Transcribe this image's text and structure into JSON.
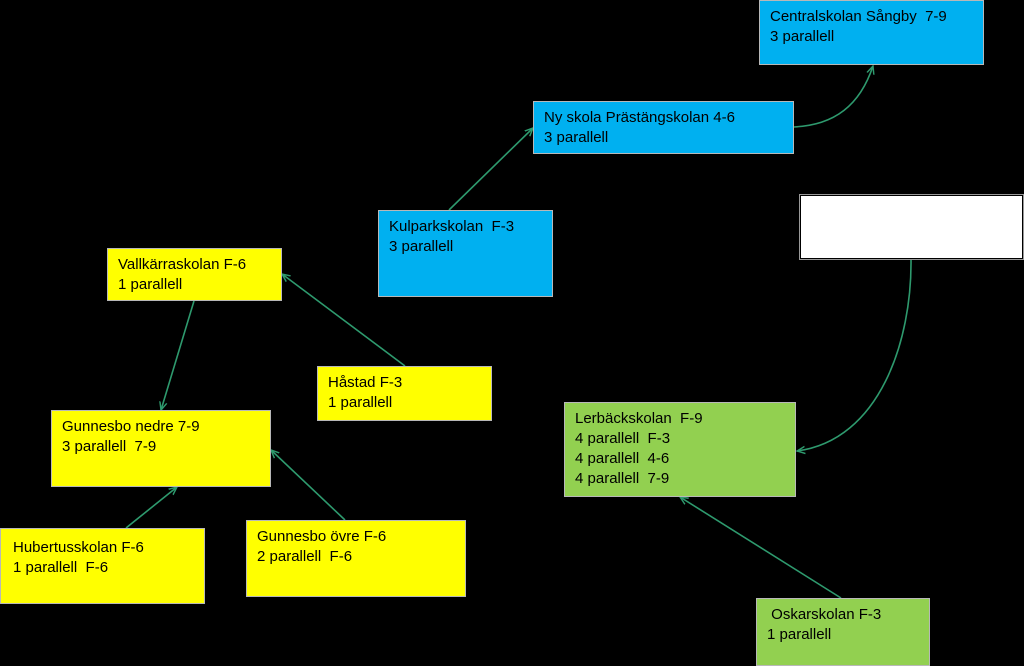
{
  "colors": {
    "background": "#000000",
    "blue": "#00b0f0",
    "yellow": "#ffff00",
    "green": "#92d050",
    "connector": "#2e9a6e"
  },
  "boxes": {
    "centralskolan": {
      "line1": "Centralskolan Sångby  7-9",
      "line2": "3 parallell"
    },
    "prastangskolan": {
      "line1": "Ny skola Prästängskolan 4-6",
      "line2": "3 parallell"
    },
    "kulparkskolan": {
      "line1": "Kulparkskolan  F-3",
      "line2": "3 parallell"
    },
    "vallkarraskolan": {
      "line1": "Vallkärraskolan F-6",
      "line2": "1 parallell"
    },
    "hastad": {
      "line1": "Håstad F-3",
      "line2": "1 parallell"
    },
    "gunnesbo_nedre": {
      "line1": "Gunnesbo nedre 7-9",
      "line2": "3 parallell  7-9"
    },
    "hubertusskolan": {
      "line1": "Hubertusskolan F-6",
      "line2": "1 parallell  F-6"
    },
    "gunnesbo_ovre": {
      "line1": "Gunnesbo övre F-6",
      "line2": "2 parallell  F-6"
    },
    "lerbackskolan": {
      "line1": "Lerbäckskolan  F-9",
      "line2": "4 parallell  F-3",
      "line3": "4 parallell  4-6",
      "line4": "4 parallell  7-9"
    },
    "oskarskolan": {
      "line1": " Oskarskolan F-3",
      "line2": "1 parallell"
    },
    "unnamed_box": {
      "line1": ""
    }
  }
}
